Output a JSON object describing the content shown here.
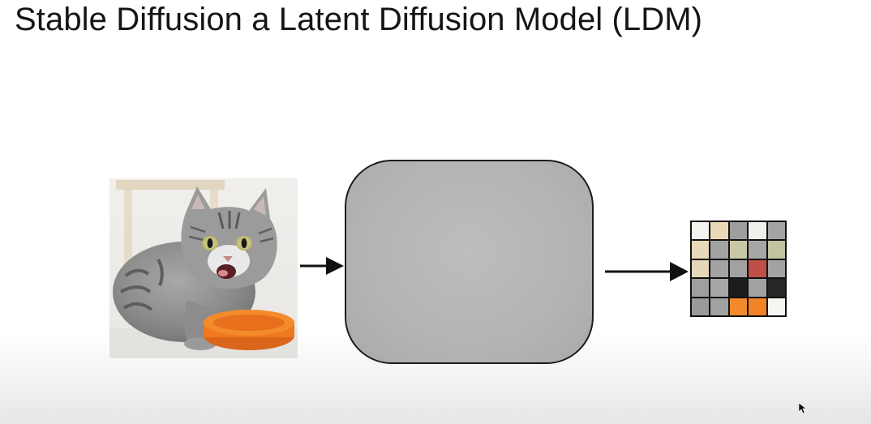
{
  "slide": {
    "title": "Stable Diffusion a Latent Diffusion Model (LDM)"
  },
  "diagram": {
    "input": {
      "icon": "cat-photo-icon",
      "description_colors": {
        "fur": "#8d8d8d",
        "bowl": "#f07a1e"
      }
    },
    "model_box": {
      "label": "",
      "fill": "#b8b8b8",
      "border": "#1c1c1c"
    },
    "latent": {
      "rows": 5,
      "cols": 5,
      "cells": [
        [
          "#f4f2ee",
          "#ead9b6",
          "#9e9e9e",
          "#f1efe9",
          "#a4a4a4"
        ],
        [
          "#e7d9b9",
          "#a2a2a2",
          "#c9c8a4",
          "#a6a6a6",
          "#c3c2a1"
        ],
        [
          "#e6d7b8",
          "#a3a3a3",
          "#a1a1a1",
          "#bf4f46",
          "#a3a3a3"
        ],
        [
          "#9f9f9f",
          "#a7a7a7",
          "#1c1c1c",
          "#a1a1a1",
          "#262626"
        ],
        [
          "#9a9a9a",
          "#a1a1a1",
          "#f08a2b",
          "#f28324",
          "#f7f5f2"
        ]
      ]
    },
    "arrow_color": "#111111"
  }
}
